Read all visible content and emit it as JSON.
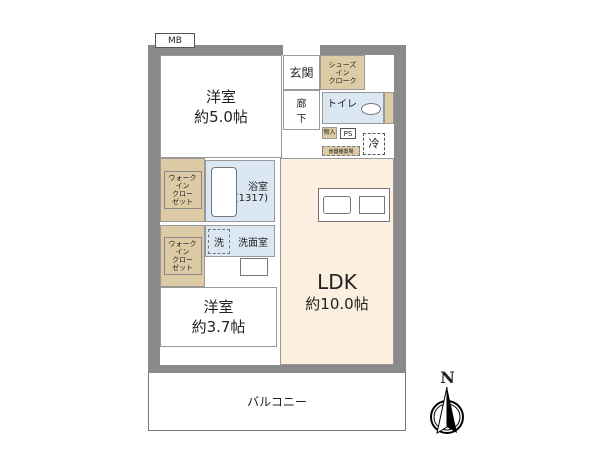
{
  "mb": "MB",
  "western1": {
    "name": "洋室",
    "size": "約5.0帖"
  },
  "western2": {
    "name": "洋室",
    "size": "約3.7帖"
  },
  "entrance": "玄関",
  "shoes_closet": [
    "シューズ",
    "イン",
    "クローク"
  ],
  "hallway": [
    "廊",
    "下"
  ],
  "toilet": "トイレ",
  "storage": "物入",
  "ps": "PS",
  "fridge": "冷",
  "dish_rack": "食器棚置場",
  "wic1": [
    "ウォーク",
    "イン",
    "クロー",
    "ゼット"
  ],
  "wic2": [
    "ウォーク",
    "イン",
    "クロー",
    "ゼット"
  ],
  "bath": {
    "name": "浴室",
    "size": "(1317)"
  },
  "washer": "洗",
  "washroom": "洗面室",
  "ldk": {
    "name": "LDK",
    "size": "約10.0帖"
  },
  "balcony": "バルコニー",
  "north": "N"
}
